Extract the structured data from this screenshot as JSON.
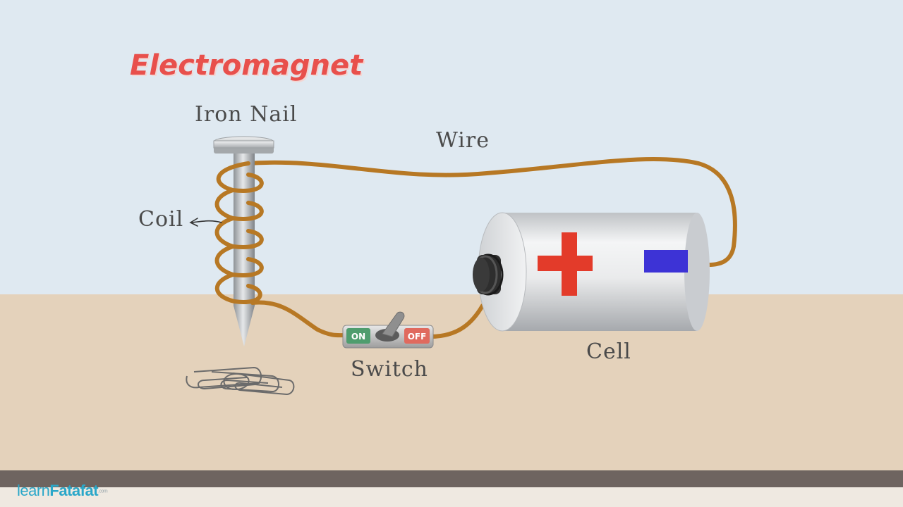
{
  "title": "Electromagnet",
  "labels": {
    "iron_nail": "Iron Nail",
    "wire": "Wire",
    "coil": "Coil",
    "switch": "Switch",
    "cell": "Cell"
  },
  "switch_states": {
    "on": "ON",
    "off": "OFF"
  },
  "logo": {
    "part1": "learn",
    "part2": "Fatafat",
    "part3": ".com"
  },
  "colors": {
    "sky": "#dfe9f1",
    "ground": "#e4d2bb",
    "floor_stripe": "#6e6460",
    "wire": "#b77824",
    "title": "#e8504c",
    "plus": "#e33b2a",
    "minus": "#3d33d6"
  },
  "icons": {
    "plus_terminal": "plus-sign-icon",
    "minus_terminal": "minus-sign-icon",
    "arrow": "arrow-left-icon"
  }
}
